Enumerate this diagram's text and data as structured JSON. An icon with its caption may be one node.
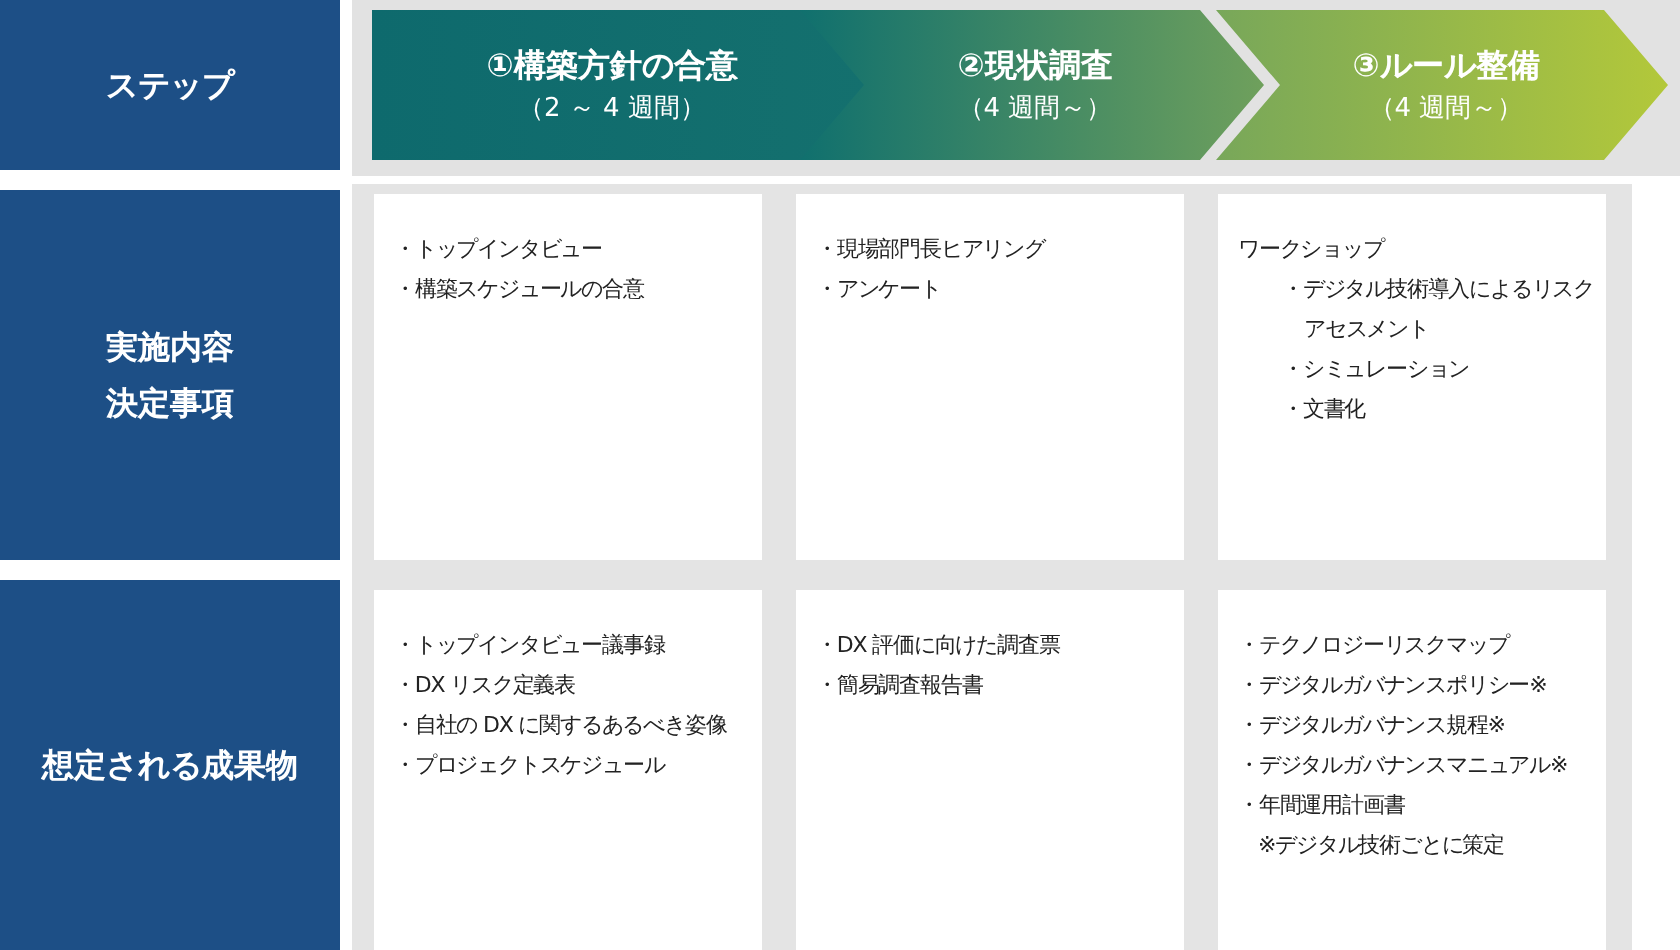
{
  "diagram": {
    "nodes": [
      {
        "text": [
          "ステップ"
        ]
      },
      {
        "text": [
          "①構築方針の合意",
          "（2 ～ 4 週間）"
        ]
      },
      {
        "text": [
          "②現状調査",
          "（4 週間～）"
        ]
      },
      {
        "text": [
          "③ルール整備",
          "（4 週間～）"
        ]
      },
      {
        "text": [
          "実施内容",
          "決定事項"
        ]
      },
      {
        "text": [
          "・トップインタビュー",
          "・構築スケジュールの合意"
        ]
      },
      {
        "text": [
          "・現場部門長ヒアリング",
          "・アンケート"
        ]
      },
      {
        "text": [
          "ワークショップ",
          "・デジタル技術導入によるリスクアセスメント",
          "・シミュレーション",
          "・文書化"
        ]
      },
      {
        "text": [
          "想定される成果物"
        ]
      },
      {
        "text": [
          "・トップインタビュー議事録",
          "・DX リスク定義表",
          "・自社の DX に関するあるべき姿像",
          "・プロジェクトスケジュール"
        ]
      },
      {
        "text": [
          "・DX 評価に向けた調査票",
          "・簡易調査報告書"
        ]
      },
      {
        "text": [
          "・テクノロジーリスクマップ",
          "・デジタルガバナンスポリシー※",
          "・デジタルガバナンス規程※",
          "・デジタルガバナンスマニュアル※",
          "・年間運用計画書",
          "※デジタル技術ごとに策定"
        ]
      }
    ]
  }
}
